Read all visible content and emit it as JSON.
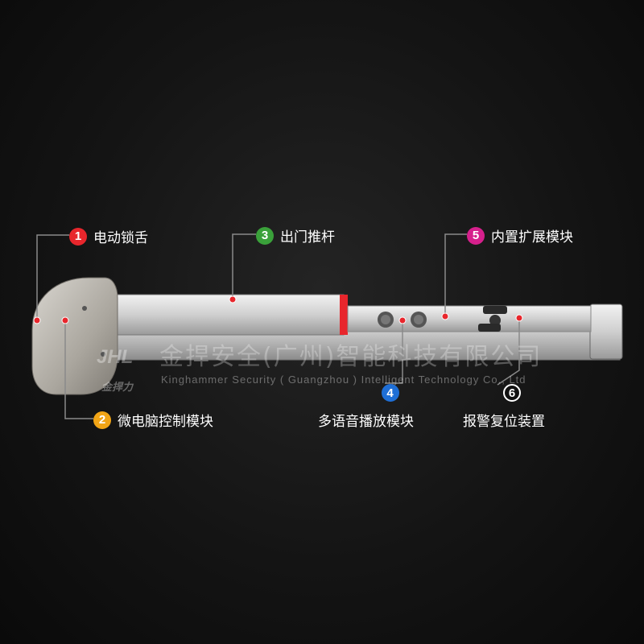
{
  "colors": {
    "marker_red": "#e8262c",
    "marker_green": "#3aa13a",
    "marker_magenta": "#d6208c",
    "marker_orange": "#f2a516",
    "marker_blue": "#1f6fd6",
    "marker_black": "#111111",
    "line_gray": "#8a8a8a"
  },
  "callouts": [
    {
      "number": "1",
      "label": "电动锁舌",
      "icon": "red-number-badge"
    },
    {
      "number": "2",
      "label": "微电脑控制模块",
      "icon": "orange-number-badge"
    },
    {
      "number": "3",
      "label": "出门推杆",
      "icon": "green-number-badge"
    },
    {
      "number": "4",
      "label": "多语音播放模块",
      "icon": "blue-number-badge"
    },
    {
      "number": "5",
      "label": "内置扩展模块",
      "icon": "magenta-number-badge"
    },
    {
      "number": "6",
      "label": "报警复位装置",
      "icon": "black-number-badge"
    }
  ],
  "watermark": {
    "company_cn": "金捍安全(广州)智能科技有限公司",
    "company_en": "Kinghammer Security ( Guangzhou ) Intelligent Technology Co., Ltd",
    "logo_cn": "金捍力",
    "logo_mark": "JHL"
  }
}
